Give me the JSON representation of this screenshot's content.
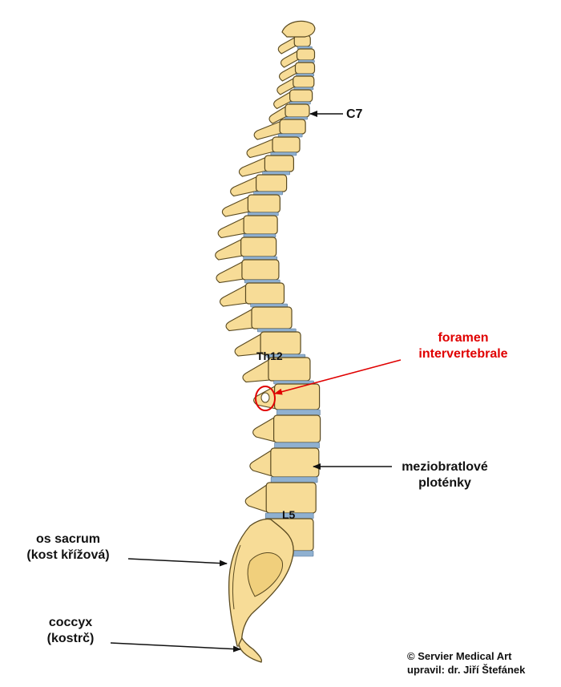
{
  "labels": {
    "c7": "C7",
    "foramen_line1": "foramen",
    "foramen_line2": "intervertebrale",
    "th12": "Th12",
    "disc_line1": "meziobratlové",
    "disc_line2": "ploténky",
    "l5": "L5",
    "sacrum_line1": "os sacrum",
    "sacrum_line2": "(kost křížová)",
    "coccyx_line1": "coccyx",
    "coccyx_line2": "(kostrč)"
  },
  "credit": {
    "line1": "© Servier Medical Art",
    "line2": "upravil: dr. Jiří Štefánek"
  },
  "colors": {
    "bone": "#f7dc97",
    "bone_outline": "#5a4a20",
    "disc": "#8fb0d0",
    "highlight": "#e00000",
    "text": "#111111"
  }
}
